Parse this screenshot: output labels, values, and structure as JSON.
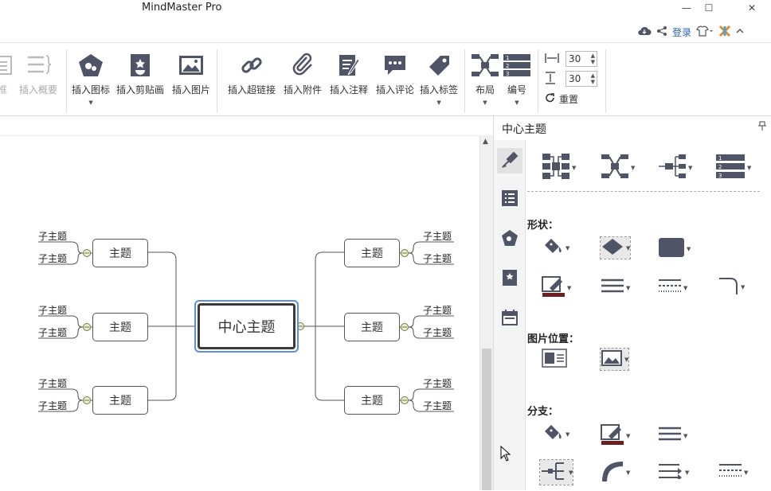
{
  "app": {
    "title": "MindMaster Pro"
  },
  "account": {
    "login": "登录"
  },
  "ribbon": {
    "partial_left_1": "框",
    "insert_summary": "插入概要",
    "insert_icon": "插入图标",
    "insert_clipart": "插入剪贴画",
    "insert_image": "插入图片",
    "insert_hyperlink": "插入超链接",
    "insert_attachment": "插入附件",
    "insert_note": "插入注释",
    "insert_comment": "插入评论",
    "insert_tag": "插入标签",
    "layout": "布局",
    "numbering": "编号",
    "spacing_h": "30",
    "spacing_v": "30",
    "reset": "重置"
  },
  "canvas": {
    "central_topic": "中心主题",
    "left_topics": [
      {
        "label": "主题",
        "subtopics": [
          "子主题",
          "子主题"
        ]
      },
      {
        "label": "主题",
        "subtopics": [
          "子主题",
          "子主题"
        ]
      },
      {
        "label": "主题",
        "subtopics": [
          "子主题",
          "子主题"
        ]
      }
    ],
    "right_topics": [
      {
        "label": "主题",
        "subtopics": [
          "子主题",
          "子主题"
        ]
      },
      {
        "label": "主题",
        "subtopics": [
          "子主题",
          "子主题"
        ]
      },
      {
        "label": "主题",
        "subtopics": [
          "子主题",
          "子主题"
        ]
      }
    ]
  },
  "panel": {
    "title": "中心主题",
    "shape_label": "形状：",
    "image_position_label": "图片位置：",
    "branch_label": "分支："
  },
  "colors": {
    "accent": "#5b8ee6",
    "icon": "#4f5466",
    "link": "#2a62b4"
  }
}
